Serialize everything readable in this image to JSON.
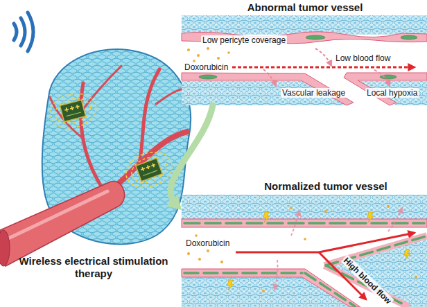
{
  "diagram": {
    "nodes": [
      {
        "text": [
          "Abnormal tumor vessel",
          "Low pericyte coverage",
          "Low blood flow",
          "Doxorubicin",
          "Vascular leakage",
          "Local hypoxia"
        ]
      },
      {
        "text": [
          "Normalized tumor vessel",
          "Doxorubicin",
          "High blood flow"
        ]
      },
      {
        "text": [
          "Wireless electrical stimulation therapy"
        ]
      }
    ],
    "edges": [
      {
        "from": 0,
        "to": 1,
        "arrow": "to"
      }
    ]
  }
}
